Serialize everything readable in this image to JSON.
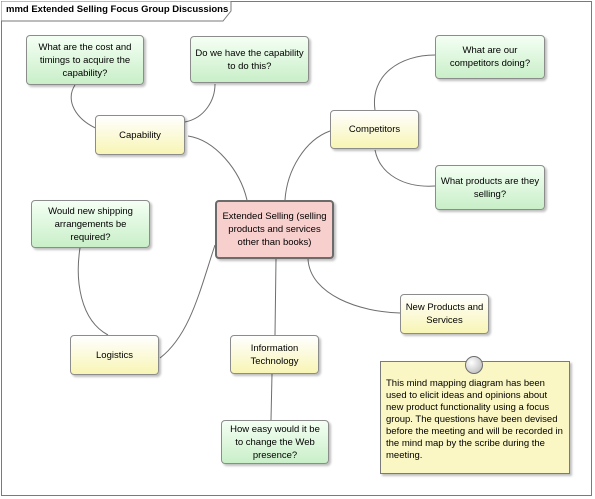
{
  "diagram": {
    "title": "mmd Extended Selling Focus Group Discussions"
  },
  "nodes": {
    "central": "Extended Selling (selling products and services other than books)",
    "capability": "Capability",
    "competitors": "Competitors",
    "logistics": "Logistics",
    "information_technology": "Information Technology",
    "new_products": "New Products and Services",
    "q_cost_timings": "What are the cost and timings to acquire the capability?",
    "q_have_capability": "Do we have the capability to do this?",
    "q_competitors_doing": "What are our competitors doing?",
    "q_products_selling": "What products are they selling?",
    "q_shipping": "Would new shipping arrangements be required?",
    "q_web_presence": "How easy would it be to change the Web presence?"
  },
  "note": {
    "text": "This mind mapping diagram has been used to elicit ideas and opinions about new product functionality using a focus group. The questions have been devised before the meeting and will be recorded in the mind map by the scribe during the meeting."
  },
  "colors": {
    "topic_fill": "#f8f5b4",
    "question_fill": "#c9efc8",
    "central_fill": "#f7cfcd",
    "note_fill": "#fbf7c4"
  }
}
